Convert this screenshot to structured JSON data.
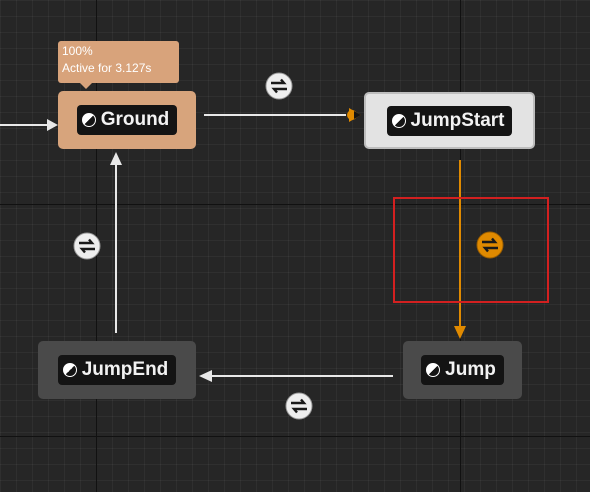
{
  "graph": {
    "nodes": [
      {
        "id": "ground",
        "label": "Ground",
        "state": "active"
      },
      {
        "id": "jumpstart",
        "label": "JumpStart",
        "state": "highlighted"
      },
      {
        "id": "jump",
        "label": "Jump",
        "state": "normal"
      },
      {
        "id": "jumpend",
        "label": "JumpEnd",
        "state": "normal"
      }
    ],
    "active_info": {
      "weight": "100%",
      "duration": "Active for 3.127s"
    },
    "transitions": [
      {
        "from": "entry",
        "to": "ground"
      },
      {
        "from": "ground",
        "to": "jumpstart"
      },
      {
        "from": "jumpstart",
        "to": "jump",
        "state": "active",
        "selected": true
      },
      {
        "from": "jump",
        "to": "jumpend"
      },
      {
        "from": "jumpend",
        "to": "ground"
      }
    ]
  },
  "colors": {
    "background": "#262626",
    "active_node": "#d7a47c",
    "highlighted_node": "#e3e3e3",
    "normal_node": "#4a4a4a",
    "active_wire": "#e08a00",
    "wire": "#e8e8e8",
    "selection": "#d32020"
  },
  "icons": [
    "state-icon",
    "transition-rule-icon",
    "entry-arrow-icon"
  ]
}
